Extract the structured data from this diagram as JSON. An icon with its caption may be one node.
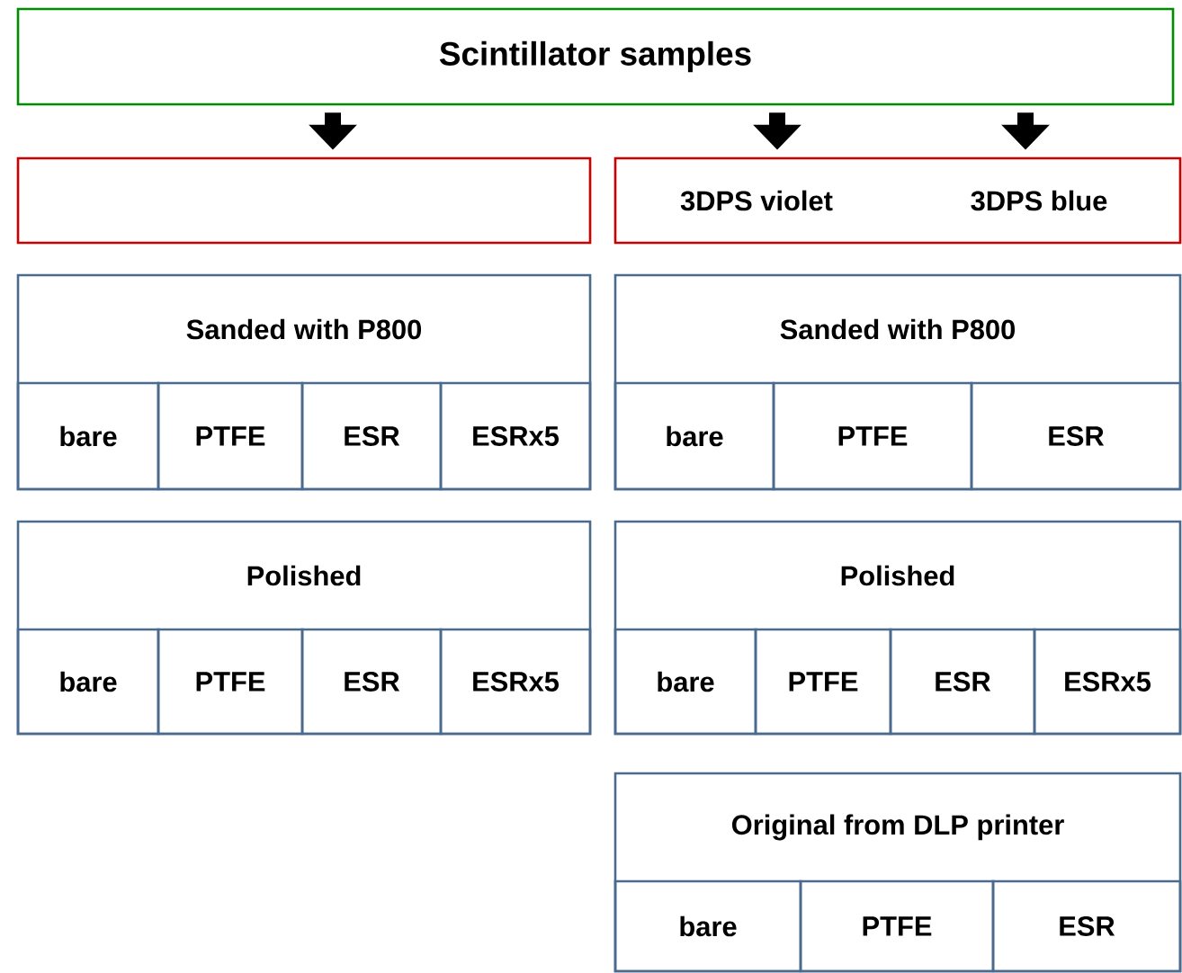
{
  "diagram": {
    "nodes": [
      {
        "text": [
          "Scintillator samples"
        ]
      },
      {
        "text": [],
        "shape": "box"
      },
      {
        "text": [
          "3DPS violet",
          "3DPS blue"
        ]
      },
      {
        "text": [
          "Sanded with P800"
        ]
      },
      {
        "text": [
          "bare"
        ],
        "in": 3
      },
      {
        "text": [
          "PTFE"
        ],
        "in": 3
      },
      {
        "text": [
          "ESR"
        ],
        "in": 3
      },
      {
        "text": [
          "ESRx5"
        ],
        "in": 3
      },
      {
        "text": [
          "Sanded with P800"
        ]
      },
      {
        "text": [
          "bare"
        ],
        "in": 8
      },
      {
        "text": [
          "PTFE"
        ],
        "in": 8
      },
      {
        "text": [
          "ESR"
        ],
        "in": 8
      },
      {
        "text": [
          "Polished"
        ]
      },
      {
        "text": [
          "bare"
        ],
        "in": 12
      },
      {
        "text": [
          "PTFE"
        ],
        "in": 12
      },
      {
        "text": [
          "ESR"
        ],
        "in": 12
      },
      {
        "text": [
          "ESRx5"
        ],
        "in": 12
      },
      {
        "text": [
          "Polished"
        ]
      },
      {
        "text": [
          "bare"
        ],
        "in": 17
      },
      {
        "text": [
          "PTFE"
        ],
        "in": 17
      },
      {
        "text": [
          "ESR"
        ],
        "in": 17
      },
      {
        "text": [
          "ESRx5"
        ],
        "in": 17
      },
      {
        "text": [
          "Original from DLP printer"
        ]
      },
      {
        "text": [
          "bare"
        ],
        "in": 22
      },
      {
        "text": [
          "PTFE"
        ],
        "in": 22
      },
      {
        "text": [
          "ESR"
        ],
        "in": 22
      }
    ],
    "edges": [
      {
        "from": 0,
        "to": 1,
        "arrow": "to"
      },
      {
        "from": 0,
        "to": 2,
        "arrow": "to"
      },
      {
        "from": 0,
        "to": 2,
        "arrow": "to"
      }
    ]
  }
}
